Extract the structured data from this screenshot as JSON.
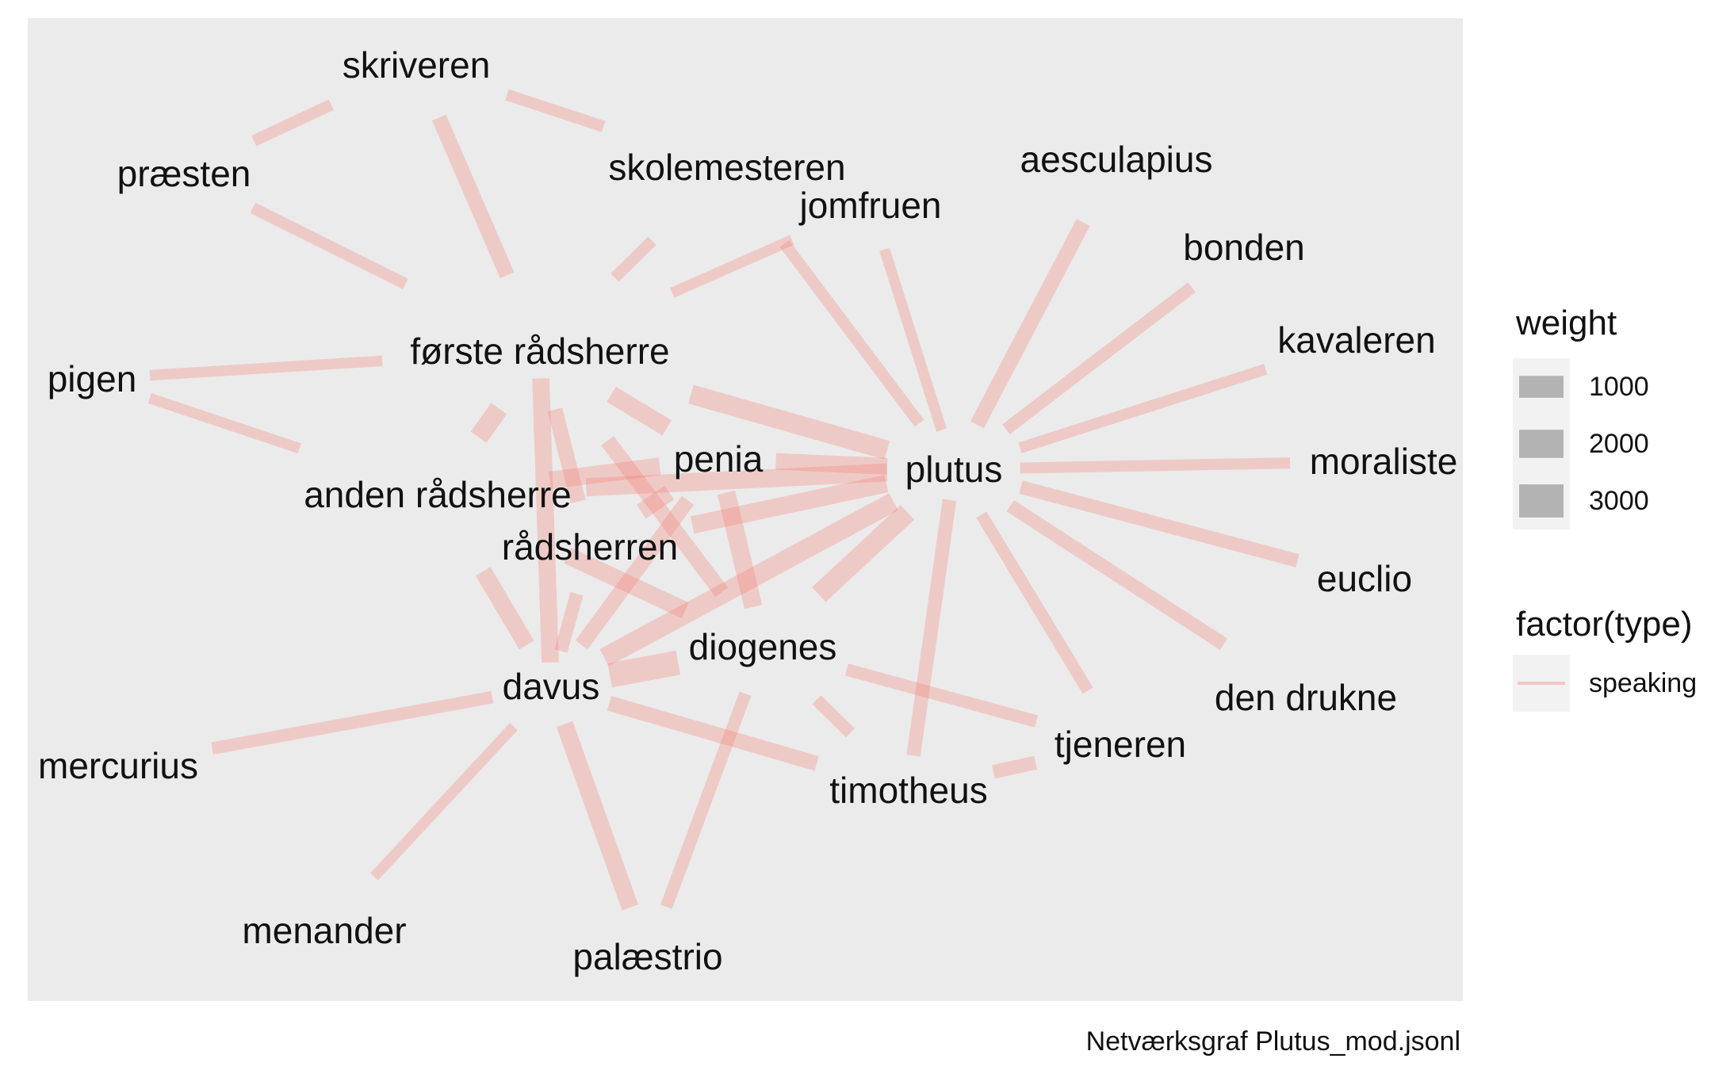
{
  "caption": "Netværksgraf Plutus_mod.jsonl",
  "legend": {
    "weight_title": "weight",
    "weight_items": [
      {
        "label": "1000",
        "value": 1000
      },
      {
        "label": "2000",
        "value": 2000
      },
      {
        "label": "3000",
        "value": 3000
      }
    ],
    "type_title": "factor(type)",
    "type_items": [
      {
        "label": "speaking",
        "color": "#F8766D"
      }
    ]
  },
  "colors": {
    "panel": "#EBEBEB",
    "edge": "#F8766D",
    "legend_key_bg": "#F2F2F2",
    "legend_weight_fill": "#B3B3B3"
  },
  "nodes": [
    {
      "id": "skriveren",
      "label": "skriveren"
    },
    {
      "id": "praesten",
      "label": "præsten"
    },
    {
      "id": "skolemesteren",
      "label": "skolemesteren"
    },
    {
      "id": "aesculapius",
      "label": "aesculapius"
    },
    {
      "id": "jomfruen",
      "label": "jomfruen"
    },
    {
      "id": "bonden",
      "label": "bonden"
    },
    {
      "id": "kavaleren",
      "label": "kavaleren"
    },
    {
      "id": "forste",
      "label": "første rådsherre"
    },
    {
      "id": "pigen",
      "label": "pigen"
    },
    {
      "id": "moraliste",
      "label": "moraliste"
    },
    {
      "id": "penia",
      "label": "penia"
    },
    {
      "id": "plutus",
      "label": "plutus"
    },
    {
      "id": "anden",
      "label": "anden rådsherre"
    },
    {
      "id": "radsherren",
      "label": "rådsherren"
    },
    {
      "id": "euclio",
      "label": "euclio"
    },
    {
      "id": "diogenes",
      "label": "diogenes"
    },
    {
      "id": "davus",
      "label": "davus"
    },
    {
      "id": "dendrukne",
      "label": "den drukne"
    },
    {
      "id": "tjeneren",
      "label": "tjeneren"
    },
    {
      "id": "mercurius",
      "label": "mercurius"
    },
    {
      "id": "timotheus",
      "label": "timotheus"
    },
    {
      "id": "menander",
      "label": "menander"
    },
    {
      "id": "palaestrio",
      "label": "palæstrio"
    }
  ],
  "edges": [
    {
      "source": "skriveren",
      "target": "praesten",
      "weight": 400
    },
    {
      "source": "skriveren",
      "target": "skolemesteren",
      "weight": 400
    },
    {
      "source": "skriveren",
      "target": "forste",
      "weight": 900
    },
    {
      "source": "praesten",
      "target": "forste",
      "weight": 400
    },
    {
      "source": "skolemesteren",
      "target": "forste",
      "weight": 400
    },
    {
      "source": "skolemesteren",
      "target": "plutus",
      "weight": 400
    },
    {
      "source": "jomfruen",
      "target": "forste",
      "weight": 300
    },
    {
      "source": "jomfruen",
      "target": "plutus",
      "weight": 300
    },
    {
      "source": "aesculapius",
      "target": "plutus",
      "weight": 900
    },
    {
      "source": "bonden",
      "target": "plutus",
      "weight": 500
    },
    {
      "source": "kavaleren",
      "target": "plutus",
      "weight": 350
    },
    {
      "source": "moraliste",
      "target": "plutus",
      "weight": 350
    },
    {
      "source": "euclio",
      "target": "plutus",
      "weight": 650
    },
    {
      "source": "dendrukne",
      "target": "plutus",
      "weight": 650
    },
    {
      "source": "tjeneren",
      "target": "plutus",
      "weight": 450
    },
    {
      "source": "timotheus",
      "target": "plutus",
      "weight": 700
    },
    {
      "source": "pigen",
      "target": "forste",
      "weight": 300
    },
    {
      "source": "pigen",
      "target": "anden",
      "weight": 300
    },
    {
      "source": "forste",
      "target": "plutus",
      "weight": 1800
    },
    {
      "source": "forste",
      "target": "anden",
      "weight": 1800
    },
    {
      "source": "forste",
      "target": "penia",
      "weight": 1400
    },
    {
      "source": "forste",
      "target": "radsherren",
      "weight": 900
    },
    {
      "source": "forste",
      "target": "davus",
      "weight": 1300
    },
    {
      "source": "forste",
      "target": "diogenes",
      "weight": 1000
    },
    {
      "source": "anden",
      "target": "penia",
      "weight": 1400
    },
    {
      "source": "anden",
      "target": "plutus",
      "weight": 1500
    },
    {
      "source": "anden",
      "target": "davus",
      "weight": 1300
    },
    {
      "source": "anden",
      "target": "diogenes",
      "weight": 1300
    },
    {
      "source": "penia",
      "target": "plutus",
      "weight": 1200
    },
    {
      "source": "penia",
      "target": "radsherren",
      "weight": 1200
    },
    {
      "source": "penia",
      "target": "davus",
      "weight": 900
    },
    {
      "source": "penia",
      "target": "diogenes",
      "weight": 1500
    },
    {
      "source": "radsherren",
      "target": "plutus",
      "weight": 1400
    },
    {
      "source": "radsherren",
      "target": "davus",
      "weight": 600
    },
    {
      "source": "diogenes",
      "target": "plutus",
      "weight": 2000
    },
    {
      "source": "diogenes",
      "target": "davus",
      "weight": 3300
    },
    {
      "source": "diogenes",
      "target": "tjeneren",
      "weight": 500
    },
    {
      "source": "diogenes",
      "target": "timotheus",
      "weight": 500
    },
    {
      "source": "diogenes",
      "target": "palaestrio",
      "weight": 500
    },
    {
      "source": "davus",
      "target": "plutus",
      "weight": 1800
    },
    {
      "source": "davus",
      "target": "mercurius",
      "weight": 500
    },
    {
      "source": "davus",
      "target": "menander",
      "weight": 300
    },
    {
      "source": "davus",
      "target": "palaestrio",
      "weight": 1300
    },
    {
      "source": "davus",
      "target": "timotheus",
      "weight": 900
    },
    {
      "source": "timotheus",
      "target": "tjeneren",
      "weight": 700
    }
  ]
}
